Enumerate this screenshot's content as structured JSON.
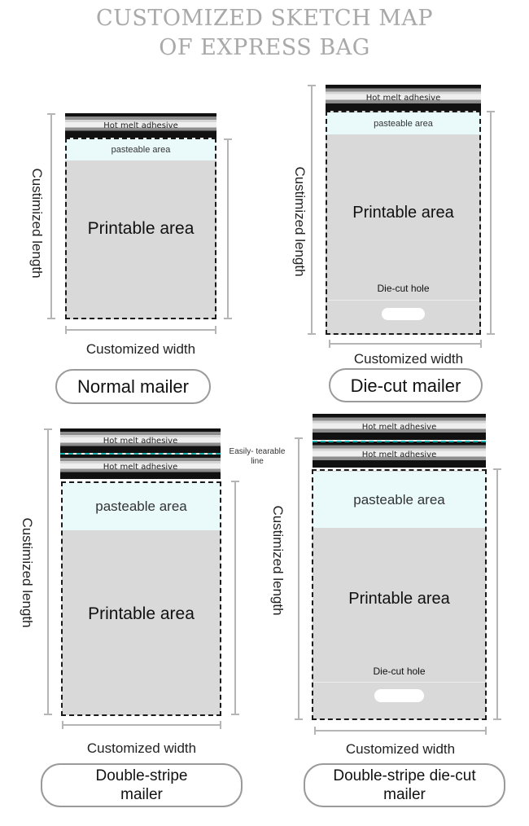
{
  "title": {
    "line1": "CUSTOMIZED SKETCH MAP",
    "line2": "OF EXPRESS BAG"
  },
  "labels": {
    "hot_melt_adhesive": "Hot melt adhesive",
    "pasteable_area": "pasteable area",
    "printable_area": "Printable area",
    "die_cut_hole": "Die-cut hole",
    "length": "Custimized length",
    "width": "Customized width",
    "tearable_line": "Easily- tearable line"
  },
  "mailers": {
    "normal": "Normal mailer",
    "die_cut": "Die-cut mailer",
    "double_stripe": "Double-stripe mailer",
    "double_stripe_die_cut": "Double-stripe die-cut mailer"
  },
  "colors": {
    "stripe_dark": "#111111",
    "pasteable": "#eafafb",
    "printable": "#d9d9d9",
    "tearable_line": "#17b3b3",
    "title": "#a9a9a9"
  }
}
